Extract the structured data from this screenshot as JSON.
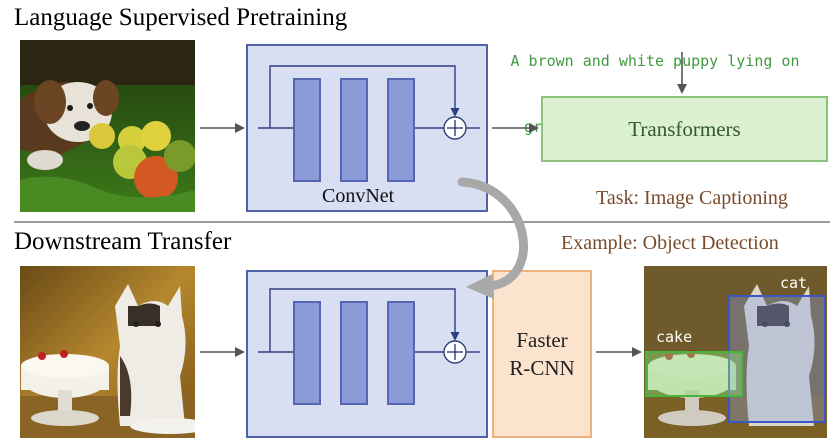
{
  "top": {
    "title": "Language Supervised Pretraining",
    "caption_line1": "A brown and white puppy lying on",
    "caption_line2": "green lawn looking at apples.",
    "convnet_label": "ConvNet",
    "transformers_label": "Transformers",
    "task_label": "Task: Image Captioning"
  },
  "bottom": {
    "title": "Downstream Transfer",
    "example_label": "Example: Object Detection",
    "rcnn_line1": "Faster",
    "rcnn_line2": "R-CNN",
    "bbox_labels": {
      "cake": "cake",
      "cat": "cat"
    }
  },
  "colors": {
    "convnet_fill": "#d9dff2",
    "convnet_border": "#4f62a8",
    "transformers_fill": "#dcf0d2",
    "rcnn_fill": "#fbe3cd",
    "caption_text": "#3f9a3f",
    "task_text": "#7a4a2c"
  }
}
